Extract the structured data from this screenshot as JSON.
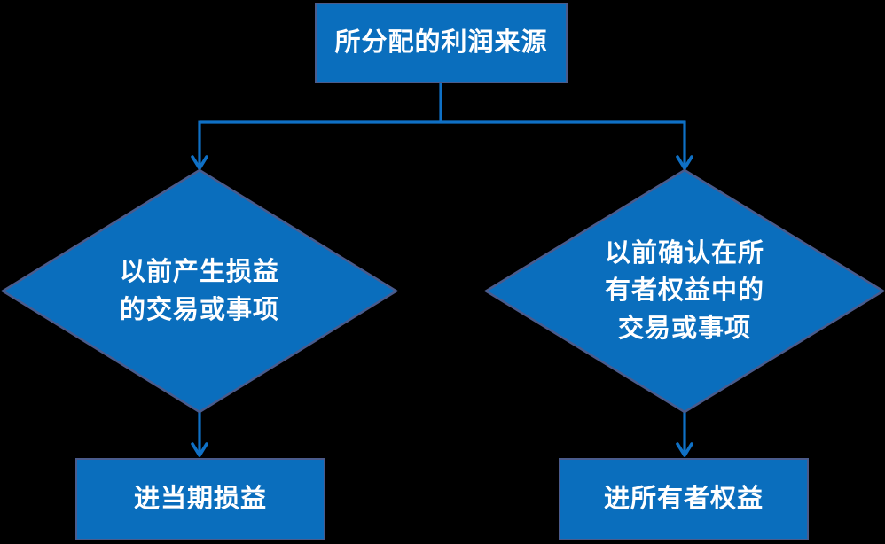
{
  "diagram": {
    "type": "flowchart",
    "title_node": {
      "label": "所分配的利润来源"
    },
    "left_branch": {
      "condition": {
        "label": "以前产生损益\n的交易或事项"
      },
      "result": {
        "label": "进当期损益"
      }
    },
    "right_branch": {
      "condition": {
        "label": "以前确认在所\n有者权益中的\n交易或事项"
      },
      "result": {
        "label": "进所有者权益"
      }
    },
    "colors": {
      "background": "#000000",
      "node_fill": "#0A6EBD",
      "node_border": "#4A5B8C",
      "connector": "#0F70C5",
      "text": "#FFFFFF"
    }
  }
}
